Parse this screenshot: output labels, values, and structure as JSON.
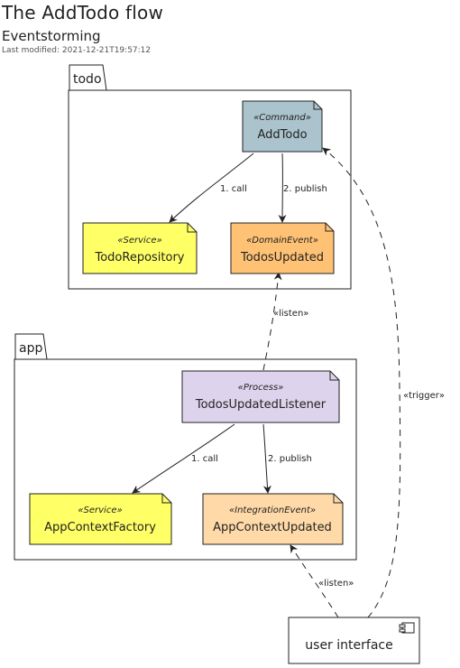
{
  "header": {
    "title": "The AddTodo flow",
    "subtitle": "Eventstorming",
    "last_modified": "Last modified: 2021-12-21T19:57:12"
  },
  "packages": {
    "todo": "todo",
    "app": "app"
  },
  "nodes": {
    "add_todo": {
      "stereotype": "«Command»",
      "name": "AddTodo",
      "color": "#aac3cc"
    },
    "todo_repository": {
      "stereotype": "«Service»",
      "name": "TodoRepository",
      "color": "#ffff66"
    },
    "todos_updated": {
      "stereotype": "«DomainEvent»",
      "name": "TodosUpdated",
      "color": "#ffc174"
    },
    "todos_updated_listener": {
      "stereotype": "«Process»",
      "name": "TodosUpdatedListener",
      "color": "#ddd3ec"
    },
    "app_context_factory": {
      "stereotype": "«Service»",
      "name": "AppContextFactory",
      "color": "#ffff66"
    },
    "app_context_updated": {
      "stereotype": "«IntegrationEvent»",
      "name": "AppContextUpdated",
      "color": "#ffdaa8"
    },
    "user_interface": {
      "name": "user interface"
    }
  },
  "edges": {
    "todo_call": "1. call",
    "todo_publish": "2. publish",
    "listen_todo": "«listen»",
    "app_call": "1. call",
    "app_publish": "2. publish",
    "listen_app": "«listen»",
    "trigger": "«trigger»"
  }
}
